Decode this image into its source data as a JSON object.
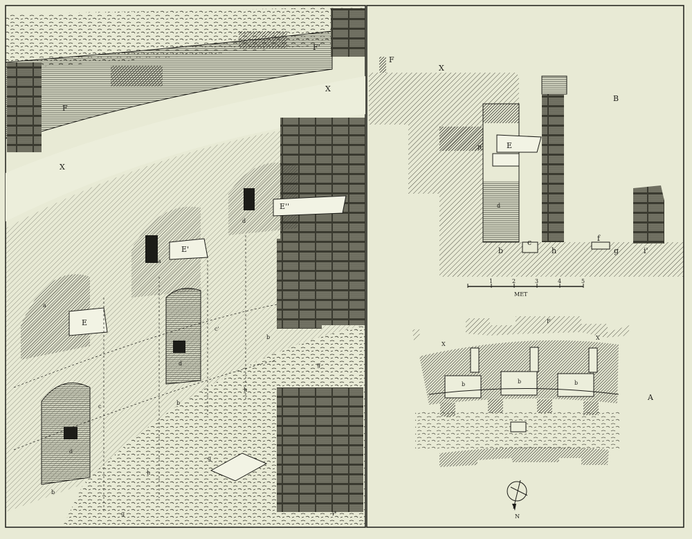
{
  "plate": {
    "perspective_view": {
      "labels": {
        "f_upper": "F'",
        "f_left": "F",
        "x_upper": "X",
        "x_left": "X",
        "e2": "E''",
        "e1": "E'",
        "e0": "E",
        "a": "a",
        "a1": "a",
        "d": "d",
        "d1": "d",
        "d2": "d",
        "b": "b",
        "b1": "b",
        "b2": "b",
        "c": "c",
        "c1": "c'",
        "h": "h",
        "h1": "h",
        "g": "g",
        "g1": "g",
        "g2": "g",
        "i": "i*"
      }
    },
    "section_b": {
      "title": "B",
      "labels": {
        "f": "F",
        "x": "X",
        "e": "E",
        "r": "R",
        "d": "d",
        "b": "b",
        "c": "c",
        "h": "h",
        "f_small": "f",
        "g": "g",
        "i": "i'"
      },
      "scale": {
        "ticks": [
          "1",
          "2",
          "3",
          "4",
          "5"
        ],
        "unit": "MET"
      }
    },
    "plan_a": {
      "title": "A",
      "labels": {
        "f": "F",
        "x_left": "X",
        "x_right": "X",
        "b1": "b",
        "b2": "b",
        "b3": "b",
        "north": "N"
      }
    },
    "colors": {
      "paper": "#e8ead5",
      "ink": "#1c1c18"
    }
  }
}
